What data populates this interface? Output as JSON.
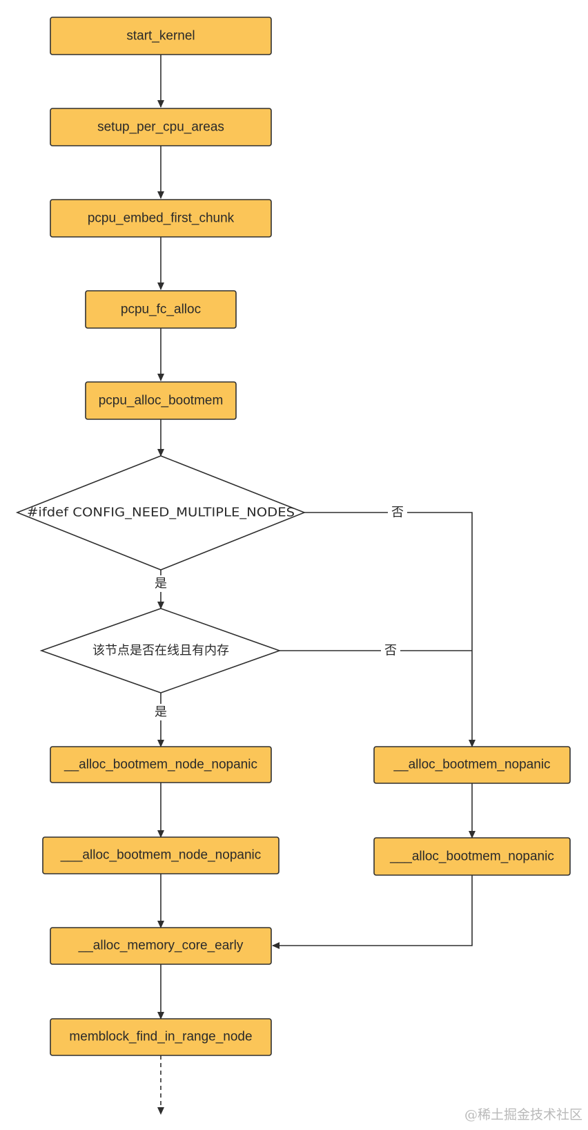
{
  "nodes": {
    "start_kernel": "start_kernel",
    "setup_per_cpu_areas": "setup_per_cpu_areas",
    "pcpu_embed_first_chunk": "pcpu_embed_first_chunk",
    "pcpu_fc_alloc": "pcpu_fc_alloc",
    "pcpu_alloc_bootmem": "pcpu_alloc_bootmem",
    "cond_multiple_nodes": "#ifdef CONFIG_NEED_MULTIPLE_NODES",
    "cond_node_online": "该节点是否在线且有内存",
    "alloc_bootmem_node_nopanic": "__alloc_bootmem_node_nopanic",
    "alloc_bootmem_node_nopanic_inner": "___alloc_bootmem_node_nopanic",
    "alloc_bootmem_nopanic": "__alloc_bootmem_nopanic",
    "alloc_bootmem_nopanic_inner": "___alloc_bootmem_nopanic",
    "alloc_memory_core_early": "__alloc_memory_core_early",
    "memblock_find_in_range_node": "memblock_find_in_range_node"
  },
  "edge_labels": {
    "yes_1": "是",
    "no_1": "否",
    "yes_2": "是",
    "no_2": "否"
  },
  "watermark": "@稀土掘金技术社区",
  "colors": {
    "box_fill": "#FBC558",
    "stroke": "#2f2f2f"
  }
}
